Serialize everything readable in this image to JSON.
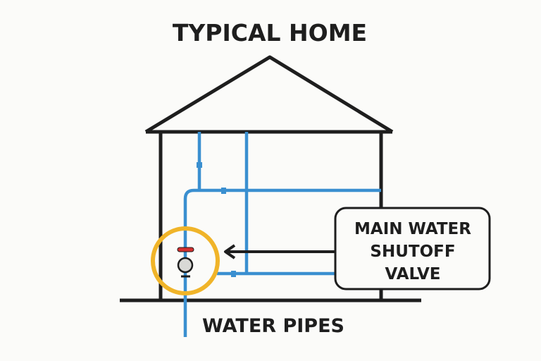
{
  "title": "TYPICAL HOME",
  "callout": {
    "lines": [
      "MAIN WATER",
      "SHUTOFF",
      "VALVE"
    ]
  },
  "pipes_label": "WATER PIPES",
  "colors": {
    "outline": "#1e1e1e",
    "pipe": "#3a8fd0",
    "highlight": "#f0b429",
    "valve_handle": "#d32f2f",
    "valve_body": "#d9d9d6",
    "background": "#fbfbf9"
  }
}
